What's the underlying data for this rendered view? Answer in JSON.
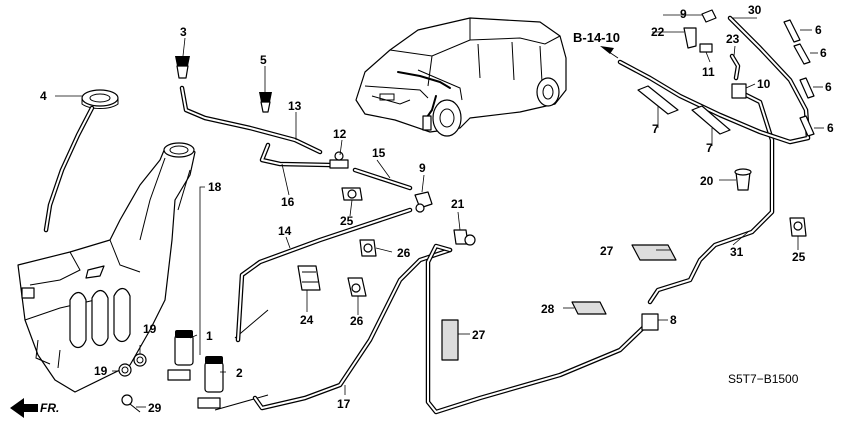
{
  "diagram": {
    "reference_code": "B-14-10",
    "direction_label": "FR.",
    "catalog_code": "S5T7−B1500",
    "callouts": {
      "c1": "1",
      "c2": "2",
      "c3": "3",
      "c4": "4",
      "c5": "5",
      "c6a": "6",
      "c6b": "6",
      "c6c": "6",
      "c6d": "6",
      "c7a": "7",
      "c7b": "7",
      "c8": "8",
      "c9a": "9",
      "c9b": "9",
      "c10": "10",
      "c11": "11",
      "c12": "12",
      "c13": "13",
      "c14": "14",
      "c15": "15",
      "c16": "16",
      "c17": "17",
      "c18": "18",
      "c19a": "19",
      "c19b": "19",
      "c20": "20",
      "c21": "21",
      "c22": "22",
      "c23": "23",
      "c24": "24",
      "c25a": "25",
      "c25b": "25",
      "c26a": "26",
      "c26b": "26",
      "c27a": "27",
      "c27b": "27",
      "c28": "28",
      "c29": "29",
      "c30": "30",
      "c31": "31"
    }
  }
}
